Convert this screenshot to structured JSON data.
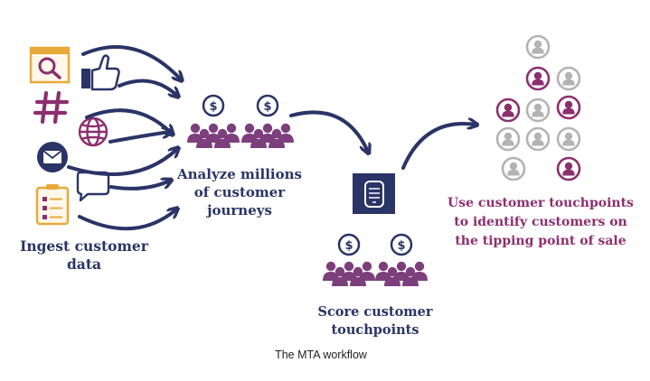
{
  "steps": {
    "ingest": {
      "line1": "Ingest customer",
      "line2": "data"
    },
    "analyze": {
      "line1": "Analyze millions",
      "line2": "of customer",
      "line3": "journeys"
    },
    "score": {
      "line1": "Score customer",
      "line2": "touchpoints"
    },
    "identify": {
      "line1": "Use customer touchpoints",
      "line2": "to identify customers on",
      "line3": "the tipping point of sale"
    }
  },
  "caption": "The MTA workflow",
  "icons": {
    "sources": [
      "search-icon",
      "thumbs-up-icon",
      "hashtag-icon",
      "globe-icon",
      "email-icon",
      "chat-bubble-icon",
      "form-icon"
    ],
    "analyze": [
      "customer-group-icon",
      "customer-group-icon"
    ],
    "scoring": [
      "processor-chip-icon"
    ],
    "score": [
      "customer-group-icon",
      "customer-group-icon"
    ],
    "customers": "customer-avatar-icon",
    "currency_symbol": "$"
  },
  "colors": {
    "navy": "#2b3467",
    "purple": "#7c3f7c",
    "magenta": "#8c2f6e",
    "gold": "#e8a93b",
    "gray": "#b3b3b3"
  }
}
